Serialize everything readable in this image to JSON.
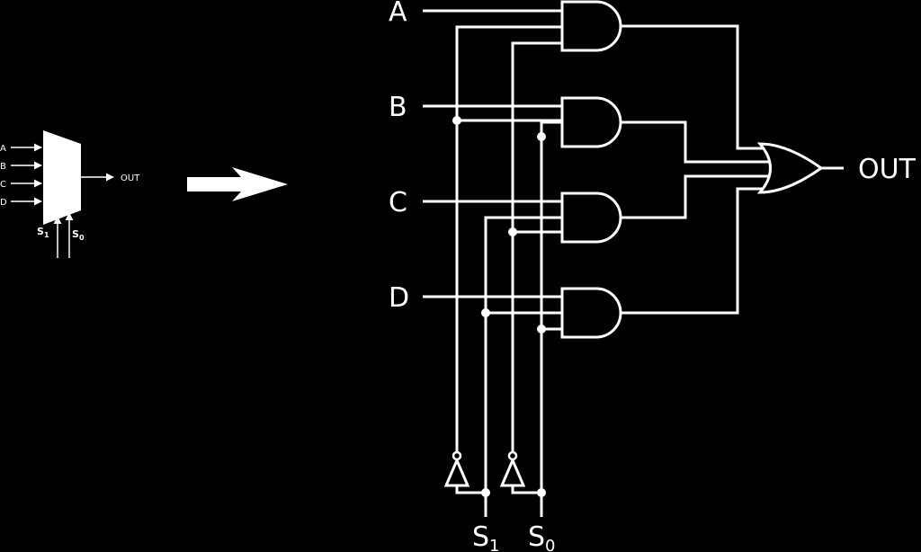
{
  "mux_symbol": {
    "inputs": [
      "A",
      "B",
      "C",
      "D"
    ],
    "output": "OUT",
    "select": [
      {
        "base": "S",
        "sub": "1"
      },
      {
        "base": "S",
        "sub": "0"
      }
    ]
  },
  "circuit": {
    "inputs": [
      "A",
      "B",
      "C",
      "D"
    ],
    "output": "OUT",
    "select": [
      {
        "base": "S",
        "sub": "1"
      },
      {
        "base": "S",
        "sub": "0"
      }
    ]
  },
  "colors": {
    "background": "#000000",
    "foreground": "#ffffff"
  }
}
